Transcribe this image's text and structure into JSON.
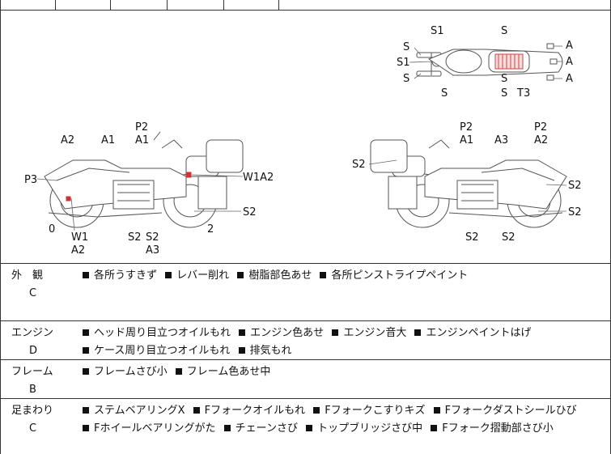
{
  "diagram": {
    "top_view_labels": [
      "S1",
      "S",
      "S",
      "S1",
      "S",
      "S",
      "S",
      "S",
      "T3",
      "A",
      "A",
      "A"
    ],
    "left_view_labels": [
      "P2",
      "A1",
      "A2",
      "A1",
      "P3",
      "W1A2",
      "S2",
      "0",
      "2",
      "W1",
      "A2",
      "S2",
      "S2",
      "A3"
    ],
    "right_view_labels": [
      "P2",
      "A1",
      "A3",
      "P2",
      "A2",
      "S2",
      "S2",
      "S2",
      "S2",
      "S2"
    ]
  },
  "rows": [
    {
      "category": "外　観",
      "grade": "C",
      "notes": [
        "各所うすきず",
        "レバー削れ",
        "樹脂部色あせ",
        "各所ピンストライプペイント"
      ]
    },
    {
      "category": "エンジン",
      "grade": "D",
      "notes": [
        "ヘッド周り目立つオイルもれ",
        "エンジン色あせ",
        "エンジン音大",
        "エンジンペイントはげ",
        "ケース周り目立つオイルもれ",
        "排気もれ"
      ]
    },
    {
      "category": "フレーム",
      "grade": "B",
      "notes": [
        "フレームさび小",
        "フレーム色あせ中"
      ]
    },
    {
      "category": "足まわり",
      "grade": "C",
      "notes": [
        "ステムベアリングX",
        "Fフォークオイルもれ",
        "Fフォークこすりキズ",
        "Fフォークダストシールひび",
        "Fホイールベアリングがた",
        "チェーンさび",
        "トップブリッジさび中",
        "Fフォーク摺動部さび小"
      ]
    }
  ]
}
